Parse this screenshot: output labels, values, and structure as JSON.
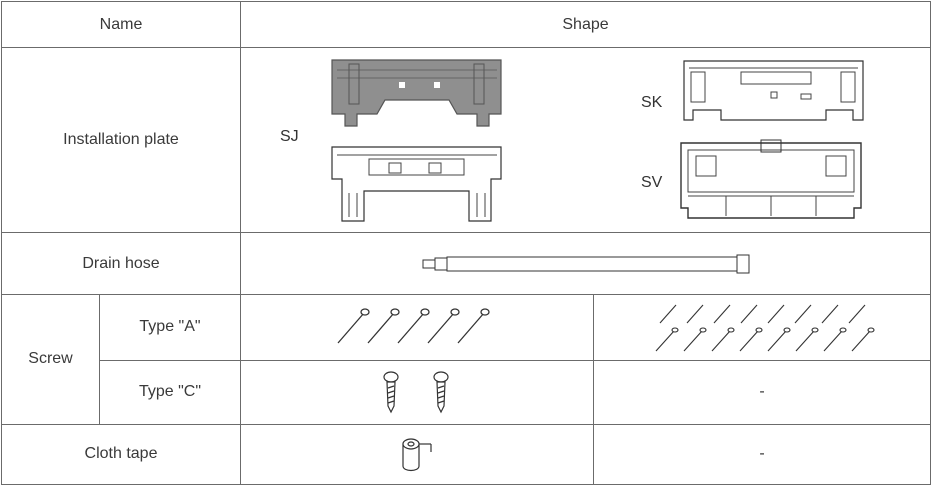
{
  "header": {
    "name": "Name",
    "shape": "Shape"
  },
  "rows": {
    "installation_plate": {
      "name": "Installation plate",
      "labels": {
        "sj": "SJ",
        "sk": "SK",
        "sv": "SV"
      }
    },
    "drain_hose": {
      "name": "Drain hose"
    },
    "screw": {
      "name": "Screw",
      "type_a": {
        "name": "Type \"A\""
      },
      "type_c": {
        "name": "Type \"C\"",
        "right": "-"
      }
    },
    "cloth_tape": {
      "name": "Cloth tape",
      "right": "-"
    }
  }
}
